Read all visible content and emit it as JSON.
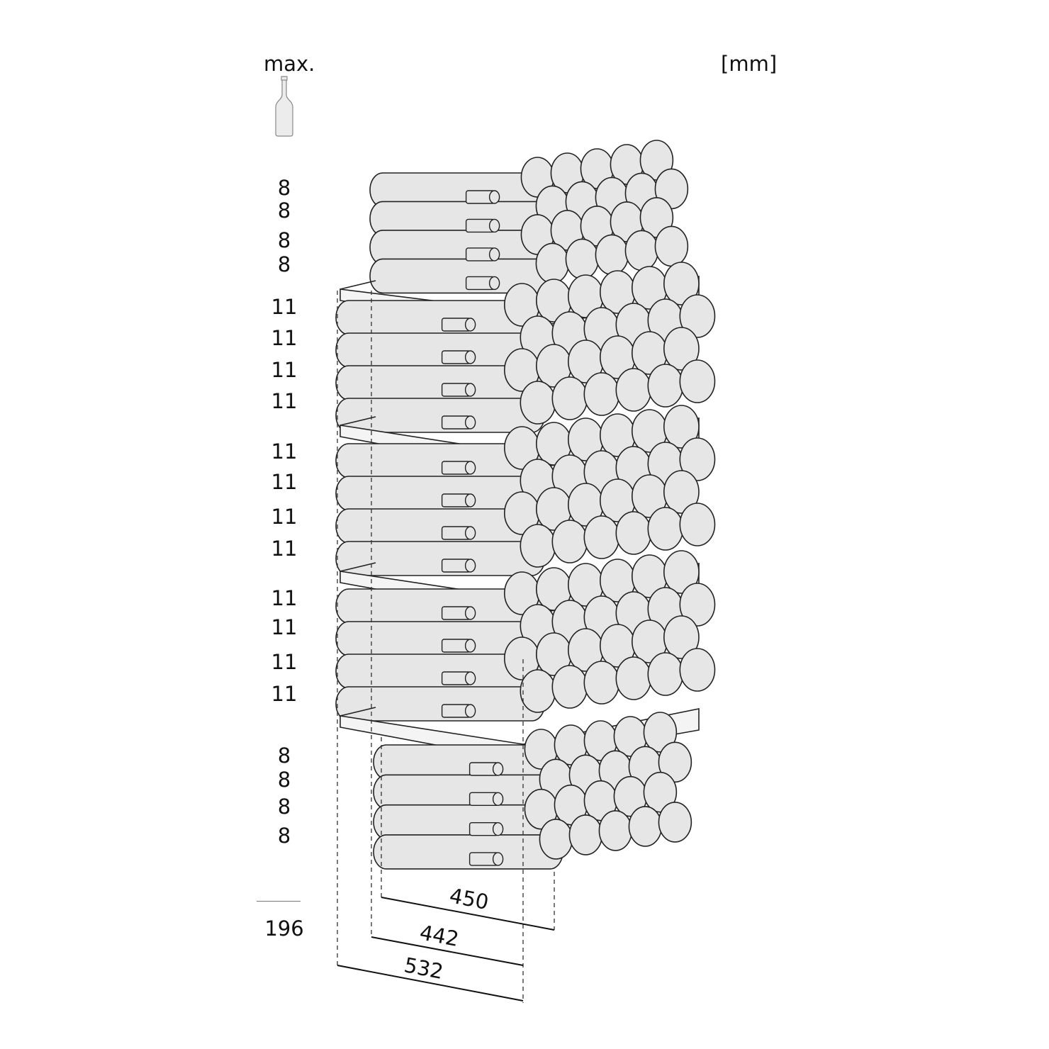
{
  "header": {
    "max_label": "max.",
    "unit_label": "[mm]",
    "bottle_icon": "wine-bottle-icon"
  },
  "shelf_counts": [
    "8",
    "8",
    "8",
    "8",
    "11",
    "11",
    "11",
    "11",
    "11",
    "11",
    "11",
    "11",
    "11",
    "11",
    "11",
    "11",
    "8",
    "8",
    "8",
    "8"
  ],
  "total": "196",
  "dimensions": [
    {
      "name": "dim-450",
      "value": "450"
    },
    {
      "name": "dim-442",
      "value": "442"
    },
    {
      "name": "dim-532",
      "value": "532"
    }
  ],
  "colors": {
    "bottle_fill": "#e6e6e6",
    "stroke": "#222222",
    "background": "#ffffff"
  }
}
